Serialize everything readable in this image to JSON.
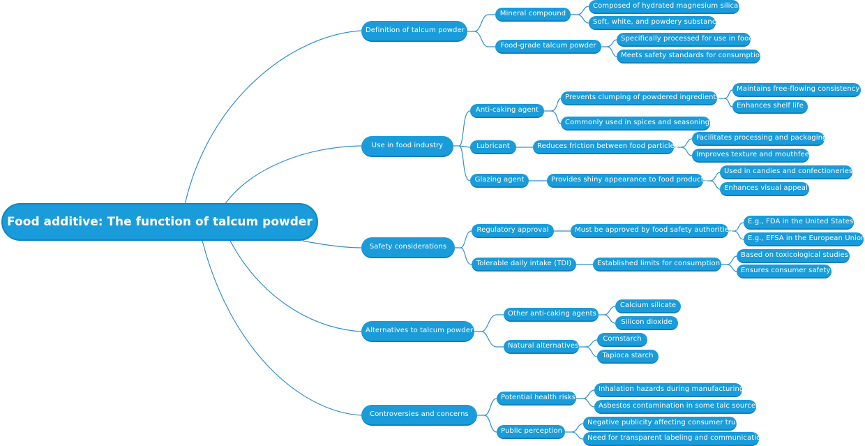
{
  "root": "Food additive: The function of talcum powder",
  "branches": [
    {
      "label": "Definition of talcum powder",
      "children": [
        {
          "label": "Mineral compound",
          "children": [
            {
              "label": "Composed of hydrated magnesium silicate"
            },
            {
              "label": "Soft, white, and powdery substance"
            }
          ]
        },
        {
          "label": "Food-grade talcum powder",
          "children": [
            {
              "label": "Specifically processed for use in food"
            },
            {
              "label": "Meets safety standards for consumption"
            }
          ]
        }
      ]
    },
    {
      "label": "Use in food industry",
      "children": [
        {
          "label": "Anti-caking agent",
          "children": [
            {
              "label": "Prevents clumping of powdered ingredients",
              "children": [
                {
                  "label": "Maintains free-flowing consistency"
                },
                {
                  "label": "Enhances shelf life"
                }
              ]
            },
            {
              "label": "Commonly used in spices and seasonings"
            }
          ]
        },
        {
          "label": "Lubricant",
          "children": [
            {
              "label": "Reduces friction between food particles",
              "children": [
                {
                  "label": "Facilitates processing and packaging"
                },
                {
                  "label": "Improves texture and mouthfeel"
                }
              ]
            }
          ]
        },
        {
          "label": "Glazing agent",
          "children": [
            {
              "label": "Provides shiny appearance to food products",
              "children": [
                {
                  "label": "Used in candies and confectioneries"
                },
                {
                  "label": "Enhances visual appeal"
                }
              ]
            }
          ]
        }
      ]
    },
    {
      "label": "Safety considerations",
      "children": [
        {
          "label": "Regulatory approval",
          "children": [
            {
              "label": "Must be approved by food safety authorities",
              "children": [
                {
                  "label": "E.g., FDA in the United States"
                },
                {
                  "label": "E.g., EFSA in the European Union"
                }
              ]
            }
          ]
        },
        {
          "label": "Tolerable daily intake (TDI)",
          "children": [
            {
              "label": "Established limits for consumption",
              "children": [
                {
                  "label": "Based on toxicological studies"
                },
                {
                  "label": "Ensures consumer safety"
                }
              ]
            }
          ]
        }
      ]
    },
    {
      "label": "Alternatives to talcum powder",
      "children": [
        {
          "label": "Other anti-caking agents",
          "children": [
            {
              "label": "Calcium silicate"
            },
            {
              "label": "Silicon dioxide"
            }
          ]
        },
        {
          "label": "Natural alternatives",
          "children": [
            {
              "label": "Cornstarch"
            },
            {
              "label": "Tapioca starch"
            }
          ]
        }
      ]
    },
    {
      "label": "Controversies and concerns",
      "children": [
        {
          "label": "Potential health risks",
          "children": [
            {
              "label": "Inhalation hazards during manufacturing"
            },
            {
              "label": "Asbestos contamination in some talc sources"
            }
          ]
        },
        {
          "label": "Public perception",
          "children": [
            {
              "label": "Negative publicity affecting consumer trust"
            },
            {
              "label": "Need for transparent labeling and communication"
            }
          ]
        }
      ]
    }
  ]
}
